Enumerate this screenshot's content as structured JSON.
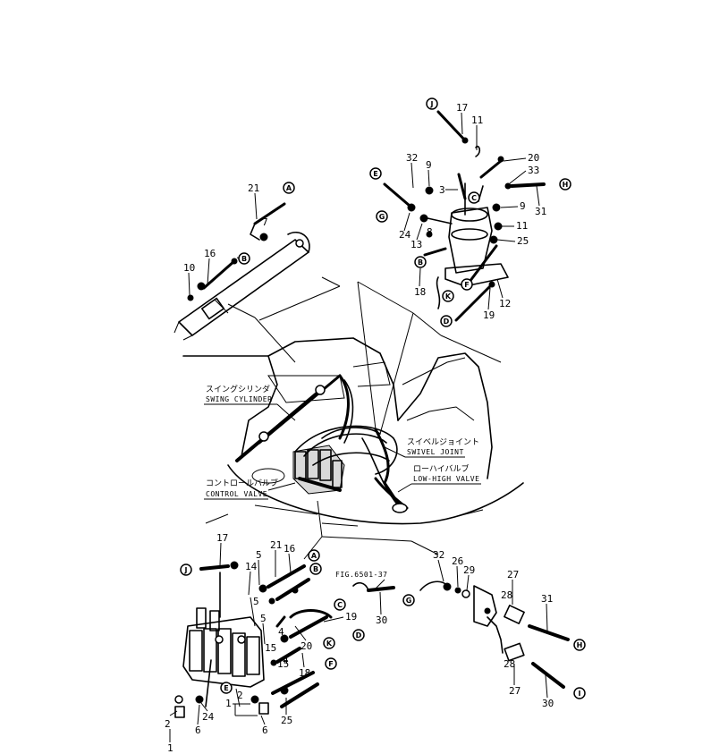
{
  "labels": {
    "swing_cylinder_jp": "スイングシリンダ",
    "swing_cylinder_en": "SWING CYLINDER",
    "swivel_joint_jp": "スイベルジョイント",
    "swivel_joint_en": "SWIVEL JOINT",
    "low_high_valve_jp": "ローハイバルブ",
    "low_high_valve_en": "LOW-HIGH VALVE",
    "control_valve_jp": "コントロールバルブ",
    "control_valve_en": "CONTROL VALVE",
    "fig_ref": "FIG.6501-37"
  },
  "connectors": [
    "A",
    "B",
    "C",
    "D",
    "E",
    "F",
    "G",
    "H",
    "I",
    "J",
    "K"
  ],
  "part_numbers": [
    "1",
    "2",
    "3",
    "4",
    "5",
    "6",
    "7",
    "8",
    "9",
    "10",
    "11",
    "12",
    "13",
    "14",
    "15",
    "16",
    "17",
    "18",
    "19",
    "20",
    "21",
    "24",
    "25",
    "26",
    "27",
    "28",
    "29",
    "30",
    "31",
    "32",
    "33"
  ]
}
